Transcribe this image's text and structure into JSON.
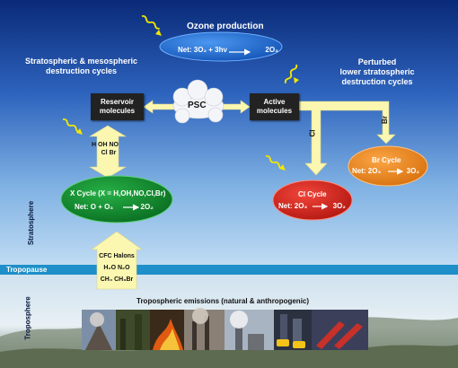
{
  "titles": {
    "ozone_production": "Ozone production",
    "strat_meso": [
      "Stratospheric & mesospheric",
      "destruction cycles"
    ],
    "perturbed": [
      "Perturbed",
      "lower stratospheric",
      "destruction cycles"
    ],
    "tropospheric_emissions": "Tropospheric emissions (natural & anthropogenic)"
  },
  "ozone_production": {
    "net_label": "Net:",
    "reaction": "3O₂ + 3hν",
    "product": "2O₃"
  },
  "reservoir": [
    "Reservoir",
    "molecules"
  ],
  "active": [
    "Active",
    "molecules"
  ],
  "psc": "PSC",
  "arrow_labels": {
    "species_up": "H  OH  NO",
    "species_down": "Cl  Br",
    "cl": "Cl",
    "br": "Br"
  },
  "x_cycle": {
    "title": "X Cycle (X = H,OH,NO,Cl,Br)",
    "net_label": "Net:",
    "reactants": "O + O₃",
    "product": "2O₂"
  },
  "cl_cycle": {
    "title": "Cl Cycle",
    "net_label": "Net:",
    "reactant": "2O₃",
    "product": "3O₂"
  },
  "br_cycle": {
    "title": "Br Cycle",
    "net_label": "Net:",
    "reactant": "2O₃",
    "product": "3O₂"
  },
  "source_gases": {
    "line1": "CFC  Halons",
    "line2": "H₂O  N₂O",
    "line3": "CH₄  CH₃Br"
  },
  "layers": {
    "stratosphere": "Stratosphere",
    "tropopause": "Tropopause",
    "troposphere": "Troposphere"
  },
  "colors": {
    "sky_top": "#0a2a78",
    "sky_mid": "#3a7ad0",
    "sky_low": "#a9cdee",
    "tropopause": "#1e8fc8",
    "ozone_ellipse": "#1f6fd1",
    "x_cycle_ellipse": "#0f8a2c",
    "cl_cycle_ellipse": "#d8261c",
    "br_cycle_ellipse": "#f08a20",
    "arrow_fill": "#fbf7b0",
    "photon": "#f2e600",
    "box": "#222222"
  }
}
